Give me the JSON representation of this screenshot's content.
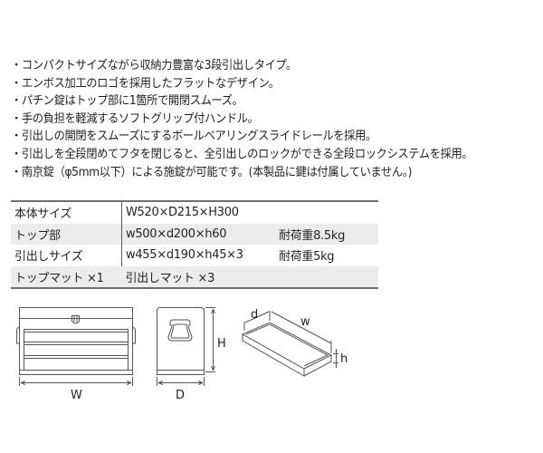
{
  "features": [
    "・コンパクトサイズながら収納力豊富な3段引出しタイプ。",
    "・エンボス加工のロゴを採用したフラットなデザイン。",
    "・パチン錠はトップ部に1箇所で開閉スムーズ。",
    "・手の負担を軽減するソフトグリップ付ハンドル。",
    "・引出しの開閉をスムーズにするボールベアリングスライドレールを採用。",
    "・引出しを全段閉めてフタを閉じると、全引出しのロックができる全段ロックシステムを採用。",
    "・南京錠（φ5mm以下）による施錠が可能です。(本製品に鍵は付属していません。)"
  ],
  "spec_table": {
    "rows": [
      {
        "label": "本体サイズ",
        "size": "W520×D215×H300",
        "load": ""
      },
      {
        "label": "トップ部",
        "size": "w500×d200×h60",
        "load": "耐荷重8.5kg"
      },
      {
        "label": "引出しサイズ",
        "size": "w455×d190×h45×3",
        "load": "耐荷重5kg"
      },
      {
        "label": "トップマット ×1",
        "size": "引出しマット ×3",
        "load": ""
      }
    ]
  },
  "diagrams": {
    "front_label": "W",
    "side_depth_label": "D",
    "side_height_label": "H",
    "drawer_depth_label": "d",
    "drawer_width_label": "w",
    "drawer_height_label": "h"
  },
  "colors": {
    "text": "#231f20",
    "table_rule": "#6d6e71",
    "row_shade": "#ececec",
    "line_art": "#555555"
  }
}
